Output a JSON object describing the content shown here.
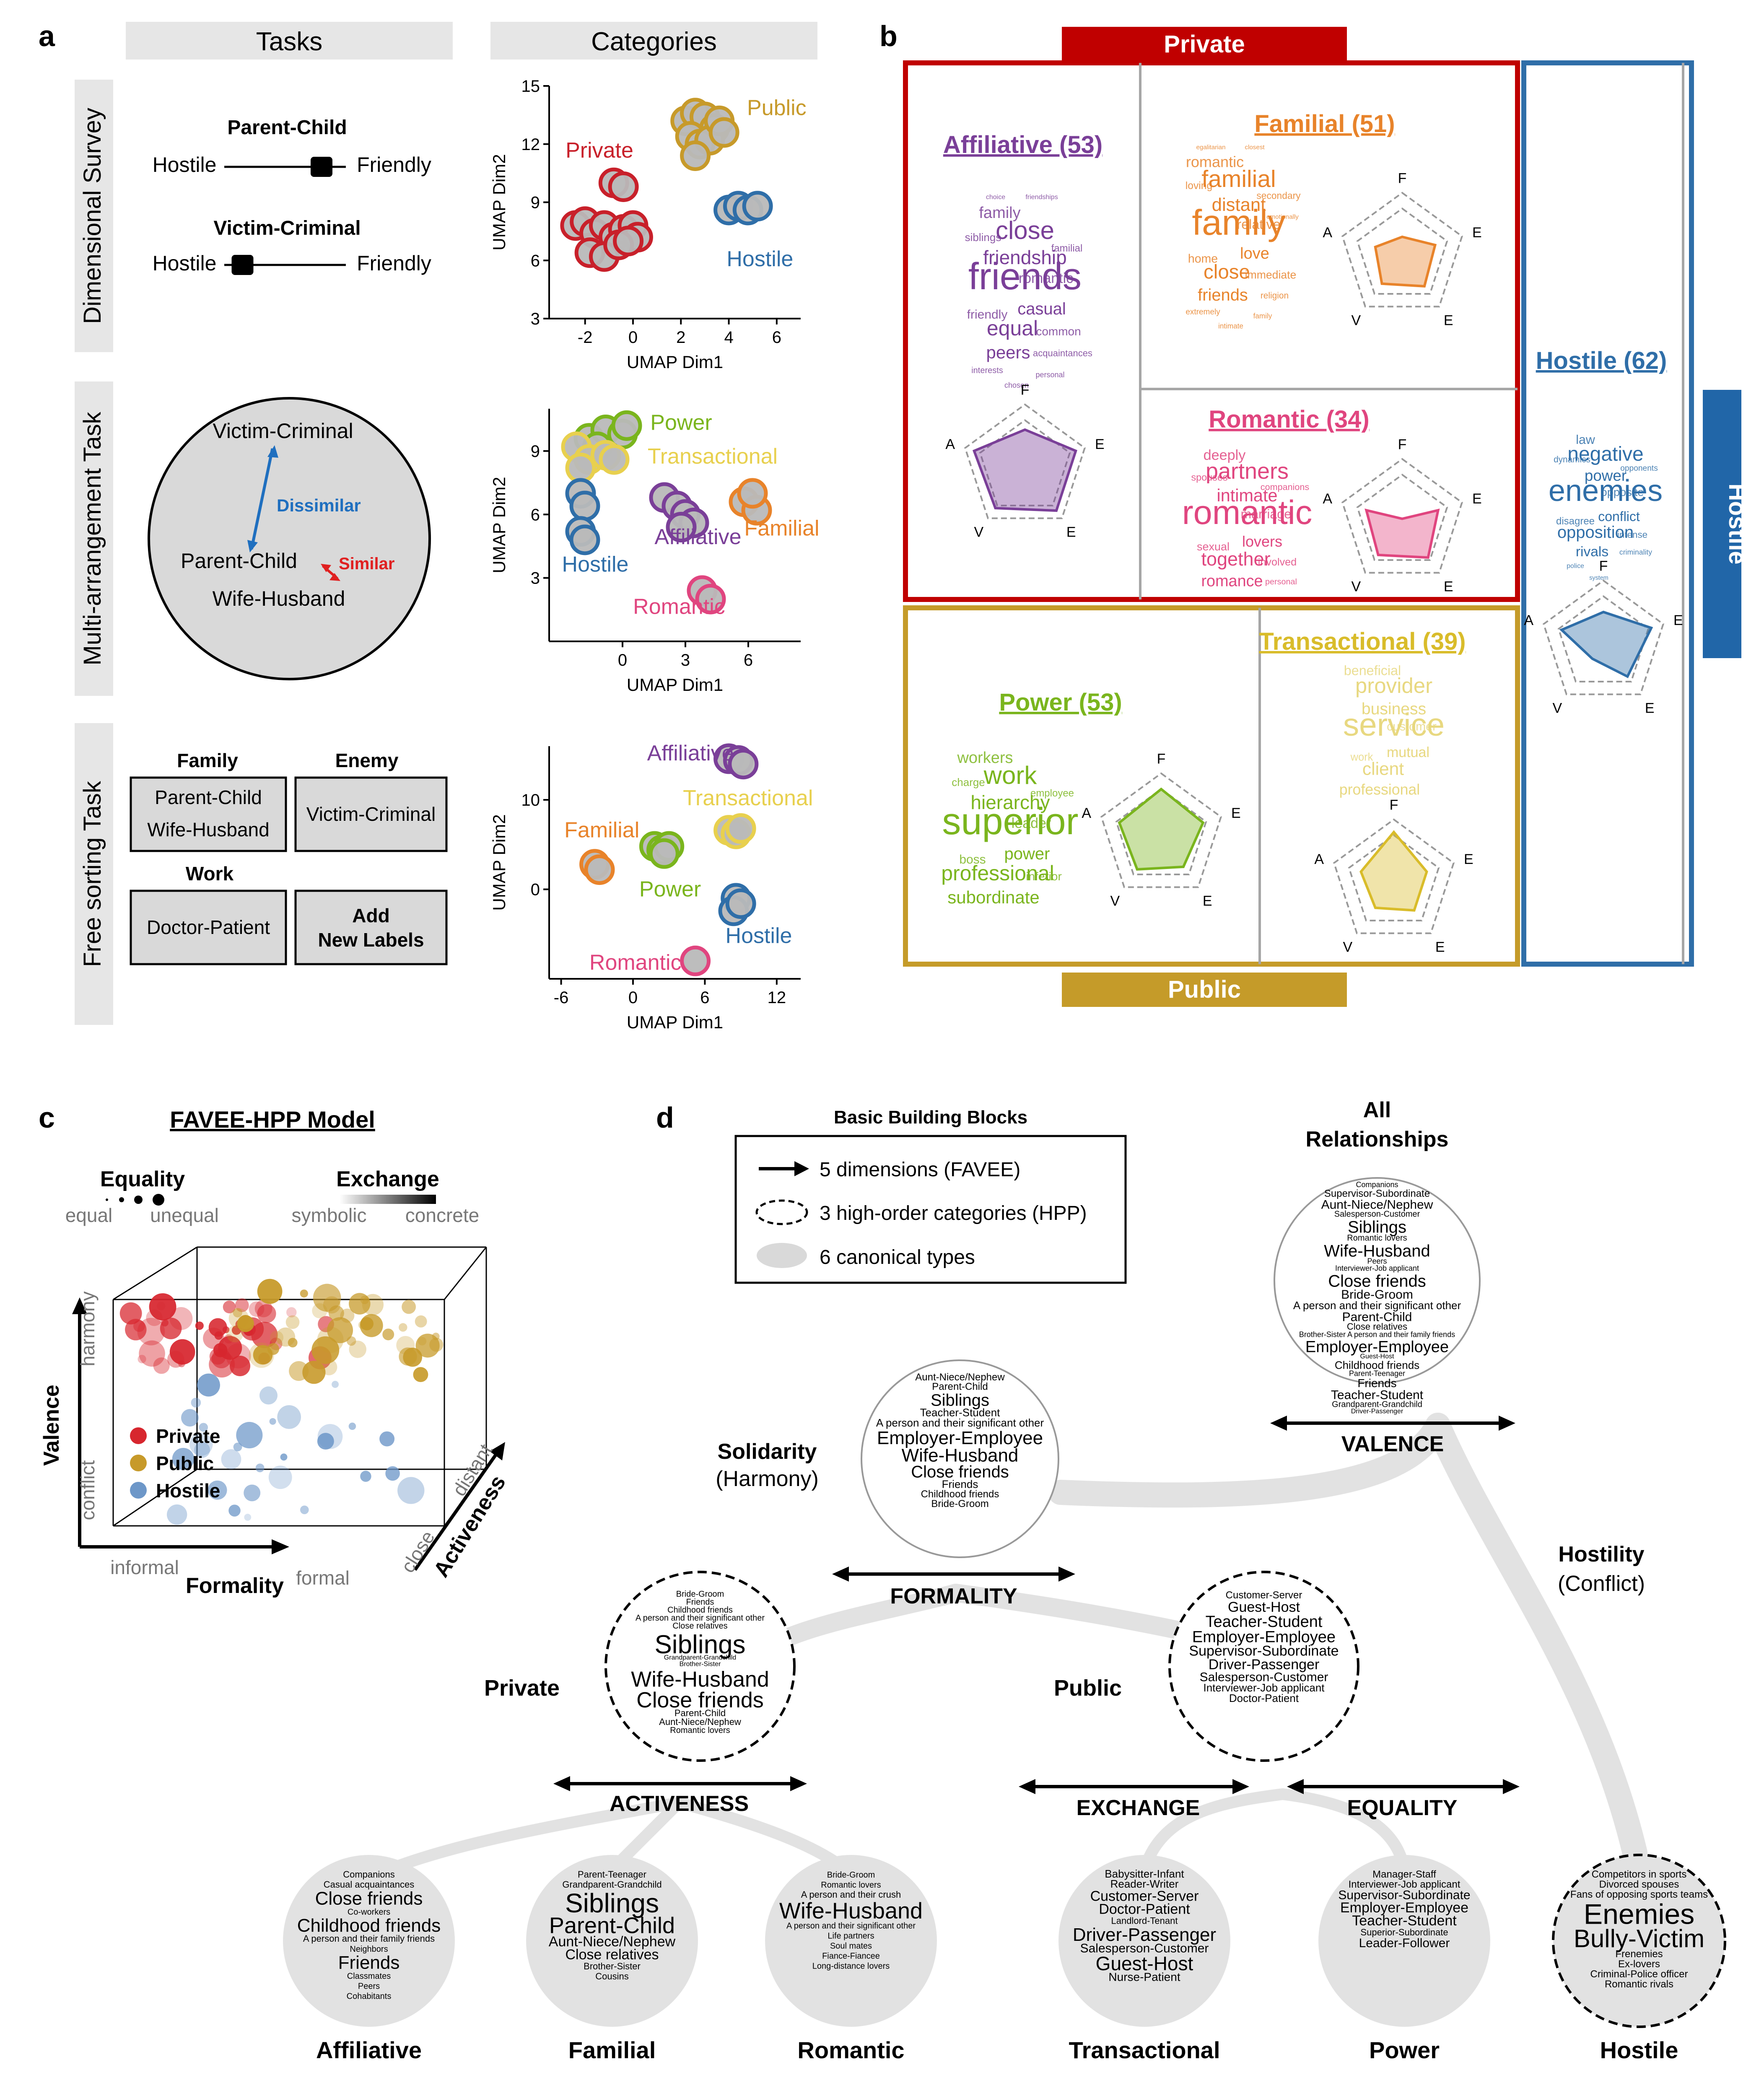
{
  "panel_labels": {
    "a": "a",
    "b": "b",
    "c": "c",
    "d": "d"
  },
  "panel_a": {
    "col_headers": {
      "tasks": "Tasks",
      "categories": "Categories"
    },
    "row_labels": [
      "Dimensional Survey",
      "Multi-arrangement Task",
      "Free sorting Task"
    ],
    "survey": {
      "items": [
        {
          "title": "Parent-Child",
          "left": "Hostile",
          "right": "Friendly",
          "level": 0.8
        },
        {
          "title": "Victim-Criminal",
          "left": "Hostile",
          "right": "Friendly",
          "level": 0.15
        }
      ]
    },
    "arrangement": {
      "labels": [
        "Victim-Criminal",
        "Parent-Child",
        "Wife-Husband"
      ],
      "dissimilar": "Dissimilar",
      "similar": "Similar"
    },
    "sorting": {
      "groups": [
        {
          "name": "Family",
          "items": [
            "Parent-Child",
            "Wife-Husband"
          ]
        },
        {
          "name": "Enemy",
          "items": [
            "Victim-Criminal"
          ]
        },
        {
          "name": "Work",
          "items": [
            "Doctor-Patient"
          ]
        }
      ],
      "add_label": [
        "Add",
        "New Labels"
      ]
    },
    "umap_axes": {
      "xlabel": "UMAP Dim1",
      "ylabel": "UMAP Dim2"
    }
  },
  "chart_data": [
    {
      "type": "scatter",
      "title": "",
      "xlabel": "UMAP Dim1",
      "ylabel": "UMAP Dim2",
      "xlim": [
        -3.5,
        7
      ],
      "ylim": [
        3,
        15
      ],
      "xticks": [
        -2,
        0,
        2,
        4,
        6
      ],
      "yticks": [
        3,
        6,
        9,
        12,
        15
      ],
      "series": [
        {
          "name": "Private",
          "color": "#c8202a",
          "points": [
            [
              -2.4,
              7.8
            ],
            [
              -2,
              8
            ],
            [
              -1.6,
              7.4
            ],
            [
              -1.2,
              7.8
            ],
            [
              -0.8,
              7.2
            ],
            [
              -0.4,
              7.6
            ],
            [
              0,
              7.8
            ],
            [
              0.2,
              7.2
            ],
            [
              -1.8,
              6.4
            ],
            [
              -1.2,
              6.2
            ],
            [
              -0.6,
              6.8
            ],
            [
              -0.2,
              7
            ],
            [
              -0.8,
              10
            ],
            [
              -0.4,
              9.8
            ]
          ]
        },
        {
          "name": "Public",
          "color": "#c79a2a",
          "points": [
            [
              2.2,
              13.2
            ],
            [
              2.6,
              13.6
            ],
            [
              3,
              13.4
            ],
            [
              3.4,
              12.8
            ],
            [
              2.4,
              12.4
            ],
            [
              2.8,
              12
            ],
            [
              3.2,
              12.2
            ],
            [
              3.6,
              13.2
            ],
            [
              2.6,
              11.4
            ],
            [
              3.8,
              12.6
            ]
          ]
        },
        {
          "name": "Hostile",
          "color": "#2f6ea8",
          "points": [
            [
              4,
              8.6
            ],
            [
              4.4,
              8.8
            ],
            [
              4.8,
              8.6
            ],
            [
              5.2,
              8.8
            ]
          ]
        }
      ],
      "labels": [
        "Private",
        "Public",
        "Hostile"
      ]
    },
    {
      "type": "scatter",
      "title": "",
      "xlabel": "UMAP Dim1",
      "ylabel": "UMAP Dim2",
      "xlim": [
        -3.5,
        8.5
      ],
      "ylim": [
        0,
        11
      ],
      "xticks": [
        0,
        3,
        6
      ],
      "yticks": [
        3,
        6,
        9
      ],
      "series": [
        {
          "name": "Power",
          "color": "#7ab51d",
          "points": [
            [
              -1.6,
              9.6
            ],
            [
              -0.8,
              10
            ],
            [
              0,
              9.8
            ],
            [
              0.2,
              10.2
            ],
            [
              -1.2,
              9.2
            ]
          ]
        },
        {
          "name": "Transactional",
          "color": "#e8d04e",
          "points": [
            [
              -2.2,
              9.2
            ],
            [
              -1.6,
              8.6
            ],
            [
              -0.8,
              8.8
            ],
            [
              -2,
              8.2
            ],
            [
              -0.4,
              8.6
            ]
          ]
        },
        {
          "name": "Hostile",
          "color": "#2f6ea8",
          "points": [
            [
              -2,
              7
            ],
            [
              -1.8,
              6.4
            ],
            [
              -2,
              5.2
            ],
            [
              -1.8,
              4.8
            ]
          ]
        },
        {
          "name": "Affiliative",
          "color": "#7a3f98",
          "points": [
            [
              2,
              6.8
            ],
            [
              2.6,
              6.4
            ],
            [
              3,
              6
            ],
            [
              3.4,
              5.6
            ],
            [
              2.8,
              5.4
            ]
          ]
        },
        {
          "name": "Familial",
          "color": "#e8832a",
          "points": [
            [
              5.8,
              6.6
            ],
            [
              6.4,
              6.2
            ],
            [
              6.2,
              7
            ]
          ]
        },
        {
          "name": "Romantic",
          "color": "#e0457f",
          "points": [
            [
              3.8,
              2.4
            ],
            [
              4.2,
              2
            ]
          ]
        }
      ],
      "labels": [
        "Power",
        "Transactional",
        "Hostile",
        "Affiliative",
        "Familial",
        "Romantic"
      ]
    },
    {
      "type": "scatter",
      "title": "",
      "xlabel": "UMAP Dim1",
      "ylabel": "UMAP Dim2",
      "xlim": [
        -7,
        14
      ],
      "ylim": [
        -10,
        16
      ],
      "xticks": [
        -6,
        0,
        6,
        12
      ],
      "yticks": [
        0,
        10
      ],
      "series": [
        {
          "name": "Affiliative",
          "color": "#7a3f98",
          "points": [
            [
              8,
              14.6
            ],
            [
              8.8,
              14.4
            ],
            [
              9.2,
              14
            ]
          ]
        },
        {
          "name": "Transactional",
          "color": "#e8d04e",
          "points": [
            [
              8,
              6.6
            ],
            [
              8.6,
              6.2
            ],
            [
              9,
              6.8
            ]
          ]
        },
        {
          "name": "Familial",
          "color": "#e8832a",
          "points": [
            [
              -3.2,
              2.8
            ],
            [
              -2.8,
              2.2
            ]
          ]
        },
        {
          "name": "Power",
          "color": "#7ab51d",
          "points": [
            [
              1.8,
              4.8
            ],
            [
              2.4,
              4.4
            ],
            [
              3,
              4.8
            ],
            [
              2.6,
              4
            ]
          ]
        },
        {
          "name": "Hostile",
          "color": "#2f6ea8",
          "points": [
            [
              8.6,
              -1
            ],
            [
              8.4,
              -2.4
            ],
            [
              9,
              -1.6
            ]
          ]
        },
        {
          "name": "Romantic",
          "color": "#e0457f",
          "points": [
            [
              5.2,
              -8
            ]
          ]
        }
      ],
      "labels": [
        "Affiliative",
        "Transactional",
        "Familial",
        "Power",
        "Hostile",
        "Romantic"
      ]
    }
  ],
  "panel_b": {
    "private_banner": "Private",
    "public_banner": "Public",
    "hostile_banner": "Hostile",
    "radar_axes": [
      "F",
      "E",
      "E",
      "V",
      "A"
    ],
    "categories": {
      "affiliative": {
        "title": "Affiliative",
        "count": "(53)",
        "color": "#7a3f98",
        "words": [
          "friends",
          "close",
          "equal",
          "friendship",
          "peers",
          "casual",
          "family",
          "romantic",
          "friendly",
          "common",
          "siblings",
          "familial",
          "acquaintances",
          "interests",
          "chosen",
          "personal",
          "choice",
          "friendships"
        ],
        "radar": [
          0.6,
          0.85,
          0.85,
          0.8,
          0.85
        ]
      },
      "familial": {
        "title": "Familial",
        "count": "(51)",
        "color": "#e8832a",
        "words": [
          "family",
          "familial",
          "close",
          "distant",
          "friends",
          "love",
          "romantic",
          "relative",
          "home",
          "immediate",
          "loving",
          "secondary",
          "religion",
          "extremely",
          "intimate",
          "family",
          "egalitarian",
          "closest",
          "emotionally"
        ],
        "radar": [
          0.3,
          0.55,
          0.6,
          0.55,
          0.45
        ]
      },
      "romantic": {
        "title": "Romantic",
        "count": "(34)",
        "color": "#e0457f",
        "words": [
          "romantic",
          "partners",
          "together",
          "intimate",
          "romance",
          "lovers",
          "deeply",
          "marriage",
          "sexual",
          "involved",
          "spouses",
          "companions",
          "personal"
        ],
        "radar": [
          0.05,
          0.6,
          0.7,
          0.65,
          0.6
        ]
      },
      "power": {
        "title": "Power",
        "count": "(53)",
        "color": "#7ab51d",
        "words": [
          "superior",
          "work",
          "professional",
          "hierarchy",
          "subordinate",
          "power",
          "workers",
          "leader",
          "boss",
          "inferior",
          "charge",
          "employee"
        ],
        "radar": [
          0.75,
          0.7,
          0.6,
          0.65,
          0.7
        ]
      },
      "transactional": {
        "title": "Transactional",
        "count": "(39)",
        "color": "#d9bc2a",
        "words": [
          "service",
          "provider",
          "client",
          "business",
          "professional",
          "mutual",
          "beneficial",
          "customer",
          "work"
        ],
        "radar": [
          0.8,
          0.55,
          0.55,
          0.5,
          0.55
        ]
      },
      "hostile": {
        "title": "Hostile",
        "count": "(62)",
        "color": "#2f6ea8",
        "words": [
          "enemies",
          "negative",
          "opposition",
          "power",
          "rivals",
          "conflict",
          "law",
          "opposite",
          "disagree",
          "intense",
          "dynamics",
          "opponents",
          "criminality",
          "police",
          "system"
        ],
        "radar": [
          0.5,
          0.8,
          0.65,
          0.3,
          0.7
        ]
      }
    }
  },
  "panel_c": {
    "title": "FAVEE-HPP Model",
    "equality": {
      "title": "Equality",
      "low": "equal",
      "high": "unequal"
    },
    "exchange": {
      "title": "Exchange",
      "low": "symbolic",
      "high": "concrete"
    },
    "axes": {
      "valence": {
        "name": "Valence",
        "low": "conflict",
        "high": "harmony"
      },
      "formality": {
        "name": "Formality",
        "low": "informal",
        "high": "formal"
      },
      "activeness": {
        "name": "Activeness",
        "low": "close",
        "high": "distant"
      }
    },
    "legend": [
      {
        "label": "Private",
        "color": "#d7262e"
      },
      {
        "label": "Public",
        "color": "#c79a2a"
      },
      {
        "label": "Hostile",
        "color": "#6d97c8"
      }
    ]
  },
  "panel_d": {
    "legend": {
      "title": "Basic Building Blocks",
      "items": [
        "5 dimensions (FAVEE)",
        "3 high-order categories (HPP)",
        "6 canonical types"
      ]
    },
    "top": {
      "title_lines": [
        "All",
        "Relationships"
      ],
      "words": [
        "Companions",
        "Supervisor-Subordinate",
        "Aunt-Niece/Nephew",
        "Salesperson-Customer",
        "Siblings",
        "Romantic lovers",
        "Wife-Husband",
        "Peers",
        "Interviewer-Job applicant",
        "Close friends",
        "Bride-Groom",
        "A person and their significant other",
        "Parent-Child",
        "Close relatives",
        "Brother-Sister A person and their family friends",
        "Employer-Employee",
        "Guest-Host",
        "Childhood friends",
        "Parent-Teenager",
        "Friends",
        "Teacher-Student",
        "Grandparent-Grandchild",
        "Driver-Passenger"
      ],
      "axis": "VALENCE"
    },
    "solidarity": {
      "label": "Solidarity",
      "sub": "(Harmony)",
      "words": [
        "Aunt-Niece/Nephew",
        "Parent-Child",
        "Siblings",
        "Teacher-Student",
        "A person and their significant other",
        "Employer-Employee",
        "Wife-Husband",
        "Close friends",
        "Friends",
        "Childhood friends",
        "Bride-Groom"
      ],
      "axis": "FORMALITY"
    },
    "hostility": {
      "label": "Hostility",
      "sub": "(Conflict)"
    },
    "private": {
      "label": "Private",
      "words": [
        "Bride-Groom",
        "Friends",
        "Childhood friends",
        "A person and their significant other",
        "Close relatives",
        "Siblings",
        "Grandparent-Grandchild",
        "Brother-Sister",
        "Wife-Husband",
        "Close friends",
        "Parent-Child",
        "Aunt-Niece/Nephew",
        "Romantic lovers"
      ],
      "axis": "ACTIVENESS"
    },
    "public": {
      "label": "Public",
      "words": [
        "Customer-Server",
        "Guest-Host",
        "Teacher-Student",
        "Employer-Employee",
        "Supervisor-Subordinate",
        "Driver-Passenger",
        "Salesperson-Customer",
        "Interviewer-Job applicant",
        "Doctor-Patient"
      ],
      "axis_exchange": "EXCHANGE",
      "axis_equality": "EQUALITY"
    },
    "leaves": [
      {
        "name": "Affiliative",
        "words": [
          "Companions",
          "Casual acquaintances",
          "Close friends",
          "Co-workers",
          "Childhood friends",
          "A person and their family friends",
          "Neighbors",
          "Friends",
          "Classmates",
          "Peers",
          "Cohabitants"
        ]
      },
      {
        "name": "Familial",
        "words": [
          "Parent-Teenager",
          "Grandparent-Grandchild",
          "Siblings",
          "Parent-Child",
          "Aunt-Niece/Nephew",
          "Close relatives",
          "Brother-Sister",
          "Cousins"
        ]
      },
      {
        "name": "Romantic",
        "words": [
          "Bride-Groom",
          "Romantic lovers",
          "A person and their crush",
          "Wife-Husband",
          "A person and their significant other",
          "Life partners",
          "Soul mates",
          "Fiance-Fiancee",
          "Long-distance lovers"
        ]
      },
      {
        "name": "Transactional",
        "words": [
          "Babysitter-Infant",
          "Reader-Writer",
          "Customer-Server",
          "Doctor-Patient",
          "Landlord-Tenant",
          "Driver-Passenger",
          "Salesperson-Customer",
          "Guest-Host",
          "Nurse-Patient"
        ]
      },
      {
        "name": "Power",
        "words": [
          "Manager-Staff",
          "Interviewer-Job applicant",
          "Supervisor-Subordinate",
          "Employer-Employee",
          "Teacher-Student",
          "Superior-Subordinate",
          "Leader-Follower"
        ]
      },
      {
        "name": "Hostile",
        "words": [
          "Competitors in sports",
          "Divorced spouses",
          "Fans of opposing sports teams",
          "Enemies",
          "Bully-Victim",
          "Frenemies",
          "Ex-lovers",
          "Criminal-Police officer",
          "Romantic rivals"
        ]
      }
    ]
  },
  "colors": {
    "private": "#c00000",
    "public": "#c59b29",
    "hostile": "#2f6ea8",
    "header_gray": "#e6e6e6",
    "circle_gray": "#d9d9d9",
    "branch_gray": "#e2e2e2"
  }
}
